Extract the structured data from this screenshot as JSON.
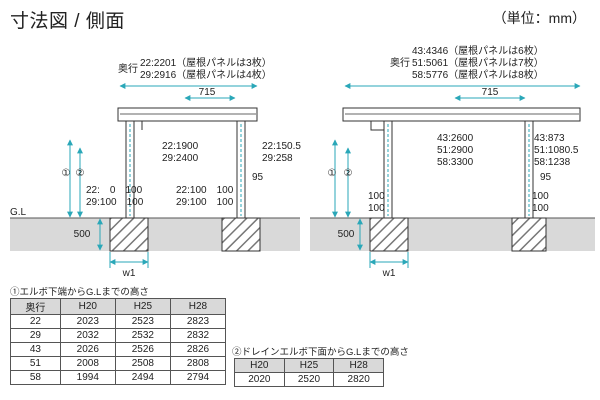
{
  "header": {
    "title": "寸法図 / 側面",
    "unit": "（単位：mm）"
  },
  "diagram_left": {
    "depth_label": "奥行",
    "depth_lines": [
      "22:2201（屋根パネルは3枚）",
      "29:2916（屋根パネルは4枚）"
    ],
    "span": "715",
    "mid_height": [
      "22:1900",
      "29:2400"
    ],
    "right_height": [
      "22:150.5",
      "29:258"
    ],
    "offset_right": "95",
    "left_pair": [
      "22:　0　100",
      "29:100　100"
    ],
    "right_pair": [
      "22:100　100",
      "29:100　100"
    ],
    "gl": "G.L",
    "marker_1": "①",
    "marker_2": "②",
    "foundation": "500",
    "width": "w1"
  },
  "diagram_right": {
    "depth_label": "奥行",
    "depth_lines": [
      "43:4346（屋根パネルは6枚）",
      "51:5061（屋根パネルは7枚）",
      "58:5776（屋根パネルは8枚）"
    ],
    "span": "715",
    "mid_height": [
      "43:2600",
      "51:2900",
      "58:3300"
    ],
    "right_height": [
      "43:873",
      "51:1080.5",
      "58:1238"
    ],
    "offset_right": "95",
    "left_pair": [
      "100",
      "100"
    ],
    "right_pair": [
      "100",
      "100"
    ],
    "marker_1": "①",
    "marker_2": "②",
    "foundation": "500",
    "width": "w1"
  },
  "table1": {
    "caption": "①エルボ下端からG.Lまでの高さ",
    "headers": [
      "奥行",
      "H20",
      "H25",
      "H28"
    ],
    "rows": [
      [
        "22",
        "2023",
        "2523",
        "2823"
      ],
      [
        "29",
        "2032",
        "2532",
        "2832"
      ],
      [
        "43",
        "2026",
        "2526",
        "2826"
      ],
      [
        "51",
        "2008",
        "2508",
        "2808"
      ],
      [
        "58",
        "1994",
        "2494",
        "2794"
      ]
    ]
  },
  "table2": {
    "caption": "②ドレインエルボ下面からG.Lまでの高さ",
    "headers": [
      "H20",
      "H25",
      "H28"
    ],
    "rows": [
      [
        "2020",
        "2520",
        "2820"
      ]
    ]
  }
}
